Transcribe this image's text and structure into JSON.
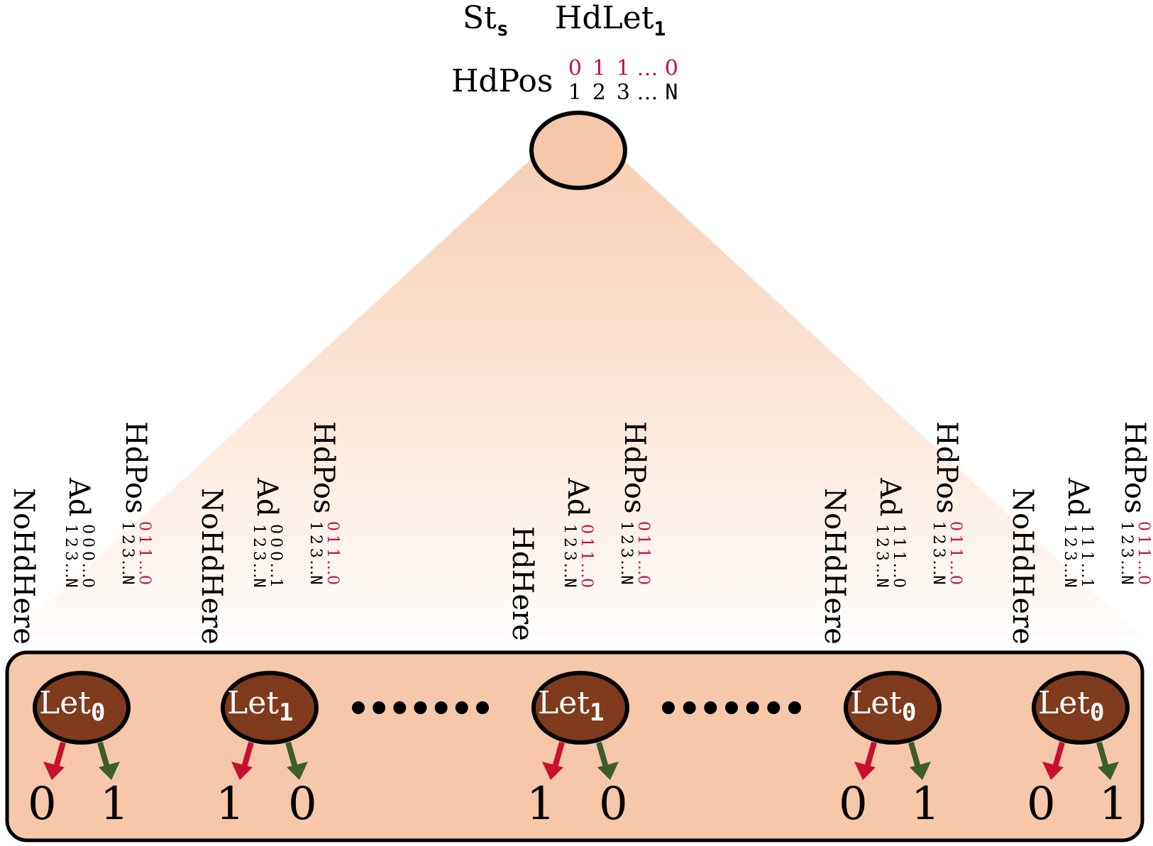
{
  "colors": {
    "state_fill": "#f6c7a8",
    "letter_fill": "#7f3b1c",
    "left_arrow": "#c8102e",
    "right_arrow": "#3b5e2b",
    "highlight_text": "#c0104a",
    "tape_fill": "#f6c8a9"
  },
  "state": {
    "st_label": "St",
    "st_sub": "s",
    "hdlet_label": "HdLet",
    "hdlet_sub": "1",
    "hdpos_label": "HdPos",
    "hdpos_values": [
      "0",
      "1",
      "1",
      "…",
      "0"
    ],
    "hdpos_indices": [
      "1",
      "2",
      "3",
      "…",
      "N"
    ]
  },
  "positions_sep": "•••••••",
  "letters": [
    {
      "here_label": "NoHdHere",
      "ad_label": "Ad",
      "ad_values": [
        "0",
        "0",
        "0",
        "…",
        "0"
      ],
      "ad_indices": [
        "1",
        "2",
        "3",
        "…",
        "N"
      ],
      "hdpos_label": "HdPos",
      "hdpos_values": [
        "0",
        "1",
        "1",
        "…",
        "0"
      ],
      "hdpos_indices": [
        "1",
        "2",
        "3",
        "…",
        "N"
      ],
      "let_label": "Let",
      "let_sub": "0",
      "left_bit": "0",
      "right_bit": "1"
    },
    {
      "here_label": "NoHdHere",
      "ad_label": "Ad",
      "ad_values": [
        "0",
        "0",
        "0",
        "…",
        "1"
      ],
      "ad_indices": [
        "1",
        "2",
        "3",
        "…",
        "N"
      ],
      "hdpos_label": "HdPos",
      "hdpos_values": [
        "0",
        "1",
        "1",
        "…",
        "0"
      ],
      "hdpos_indices": [
        "1",
        "2",
        "3",
        "…",
        "N"
      ],
      "let_label": "Let",
      "let_sub": "1",
      "left_bit": "1",
      "right_bit": "0"
    },
    {
      "here_label": "HdHere",
      "ad_label": "Ad",
      "ad_values": [
        "0",
        "1",
        "1",
        "…",
        "0"
      ],
      "ad_indices": [
        "1",
        "2",
        "3",
        "…",
        "N"
      ],
      "hdpos_label": "HdPos",
      "hdpos_values": [
        "0",
        "1",
        "1",
        "…",
        "0"
      ],
      "hdpos_indices": [
        "1",
        "2",
        "3",
        "…",
        "N"
      ],
      "let_label": "Let",
      "let_sub": "1",
      "left_bit": "1",
      "right_bit": "0"
    },
    {
      "here_label": "NoHdHere",
      "ad_label": "Ad",
      "ad_values": [
        "1",
        "1",
        "1",
        "…",
        "0"
      ],
      "ad_indices": [
        "1",
        "2",
        "3",
        "…",
        "N"
      ],
      "hdpos_label": "HdPos",
      "hdpos_values": [
        "0",
        "1",
        "1",
        "…",
        "0"
      ],
      "hdpos_indices": [
        "1",
        "2",
        "3",
        "…",
        "N"
      ],
      "let_label": "Let",
      "let_sub": "0",
      "left_bit": "0",
      "right_bit": "1"
    },
    {
      "here_label": "NoHdHere",
      "ad_label": "Ad",
      "ad_values": [
        "1",
        "1",
        "1",
        "…",
        "1"
      ],
      "ad_indices": [
        "1",
        "2",
        "3",
        "…",
        "N"
      ],
      "hdpos_label": "HdPos",
      "hdpos_values": [
        "0",
        "1",
        "1",
        "…",
        "0"
      ],
      "hdpos_indices": [
        "1",
        "2",
        "3",
        "…",
        "N"
      ],
      "let_label": "Let",
      "let_sub": "0",
      "left_bit": "0",
      "right_bit": "1"
    }
  ]
}
